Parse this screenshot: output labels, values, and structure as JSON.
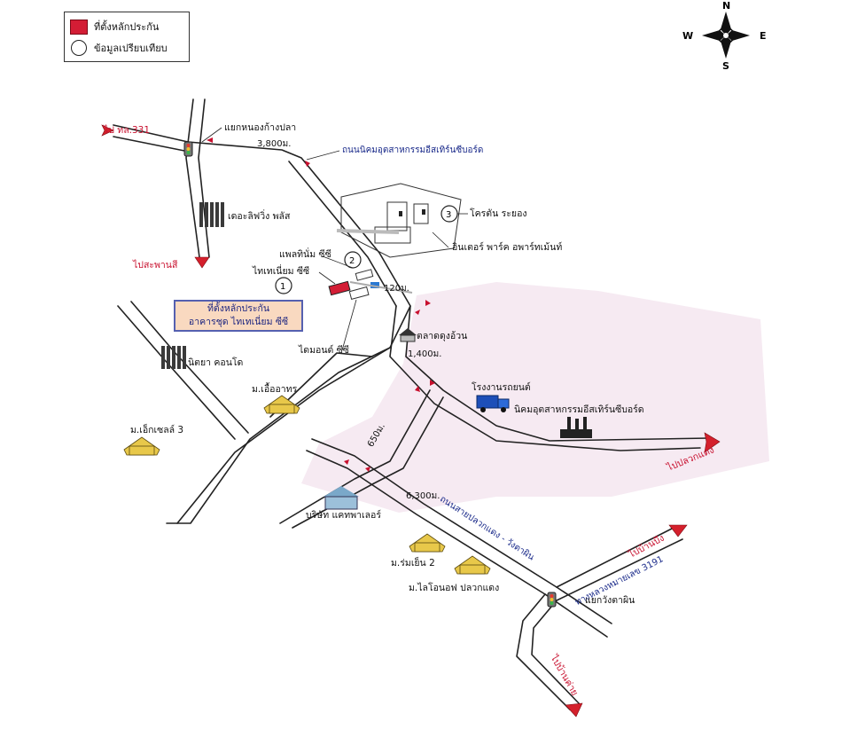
{
  "legend": {
    "items": [
      {
        "label": "ที่ตั้งหลักประกัน",
        "swatch": "red-square",
        "color": "#d31d35"
      },
      {
        "label": "ข้อมูลเปรียบเทียบ",
        "swatch": "circle"
      }
    ]
  },
  "compass": {
    "n": "N",
    "s": "S",
    "e": "E",
    "w": "W"
  },
  "property": {
    "line1": "ที่ตั้งหลักประกัน",
    "line2": "อาคารชุด ไทเทเนี่ยม ซีซี"
  },
  "roads": {
    "to_331": "ไป ทล.331",
    "to_saphan": "ไปสะพานสี",
    "to_plaeng": "ไปปลวกแดง",
    "to_ban_bueng": "ไปบ้านบึง",
    "to_ban_khai": "ไปบ้านค่าย",
    "ind_road": "ถนนนิคมอุตสาหกรรมอีสเทิร์นซีบอร์ด",
    "pluak_road": "ถนนสายปลวกแดง - วังตาผิน",
    "highway": "ทางหลวงหมายเลข 3191"
  },
  "junctions": {
    "nong_kang_pla": "แยกหนองก้างปลา",
    "wang_ta_phin": "แยกวังตาผิน"
  },
  "distances": {
    "d1": "3,800ม.",
    "d2": "120ม.",
    "d3": "1,400ม.",
    "d4": "650ม.",
    "d5": "6,300ม."
  },
  "places": {
    "the_living_plus": "เดอะลิฟวิ่ง พลัส",
    "platinum": "แพลทินั่ม ซีซี",
    "titanium": "ไทเทเนี่ยม ซีซี",
    "diamond": "ไดมอนด์ ซีซี",
    "niya": "นิตยา คอนโด",
    "aua": "ม.เอื้ออาทร",
    "exchange": "ม.เอ็กเซลล์ 3",
    "cotton": "โครตัน ระยอง",
    "inter_park": "อินเตอร์ พาร์ค อพาร์ทเม้นท์",
    "market": "ตลาดดุงอ้วน",
    "car_factory": "โรงงานรถยนต์",
    "estate": "นิคมอุตสาหกรรมอีสเทิร์นซีบอร์ด",
    "caterpillar": "บริษัท แคทพาเลอร์",
    "rom_yen": "ม.ร่มเย็น 2",
    "lifeoff": "ม.ไลโอนอฟ ปลวกแดง"
  },
  "markers": {
    "m1": "1",
    "m2": "2",
    "m3": "3"
  },
  "colors": {
    "zone": "#f6e9f1",
    "arrow": "#d4202c",
    "building": "#3a3a3a"
  }
}
